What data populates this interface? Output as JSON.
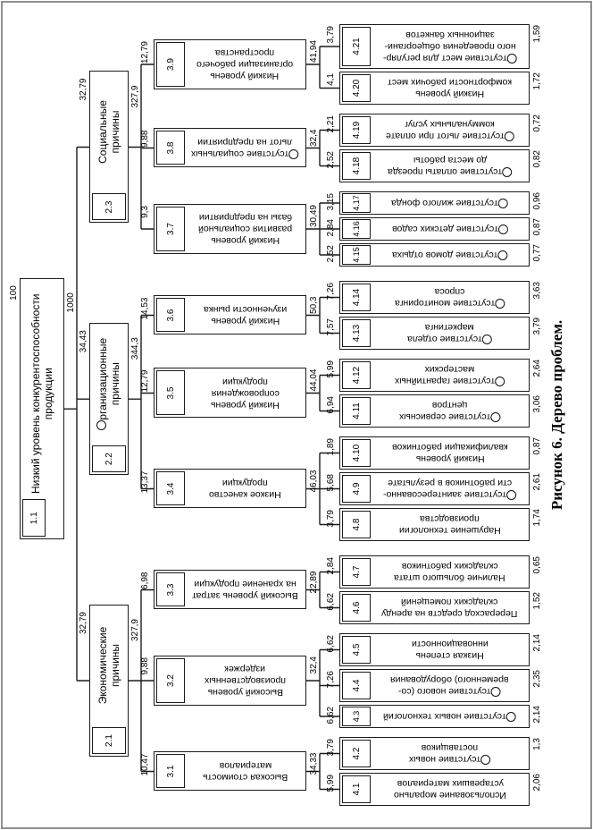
{
  "caption": "Рисунок 6. Дерево проблем.",
  "colors": {
    "line": "#1c1c1c",
    "box_border": "#1c1c1c",
    "page_frame": "#8f8f8f",
    "background": "#ffffff",
    "text": "#000000"
  },
  "tree": {
    "root": {
      "id": "1.1",
      "lines": [
        "Низкий уровень конкурентоспособности",
        "продукции"
      ],
      "weight": "100",
      "value": "1000"
    },
    "level2": [
      {
        "id": "2.1",
        "lines": [
          "Экономические",
          "причины"
        ],
        "weight": "32,79",
        "value": "327,9"
      },
      {
        "id": "2.2",
        "lines": [
          "Организационные",
          "причины"
        ],
        "weight": "34,43",
        "value": "344,3"
      },
      {
        "id": "2.3",
        "lines": [
          "Социальные",
          "причины"
        ],
        "weight": "32,79",
        "value": "327,9"
      }
    ],
    "level3": [
      {
        "id": "3.1",
        "parent": "2.1",
        "lines": [
          "Высокая стоимость",
          "материалов"
        ],
        "weight": "10,47",
        "value": "34,33"
      },
      {
        "id": "3.2",
        "parent": "2.1",
        "lines": [
          "Высокий уровень",
          "производственных",
          "издержек"
        ],
        "weight": "9,88",
        "value": "32,4"
      },
      {
        "id": "3.3",
        "parent": "2.1",
        "lines": [
          "Высокий уровень затрат",
          "на хранение продукции"
        ],
        "weight": "6,98",
        "value": "22,89"
      },
      {
        "id": "3.4",
        "parent": "2.2",
        "lines": [
          "Низкое качество",
          "продукции"
        ],
        "weight": "13,37",
        "value": "46,03"
      },
      {
        "id": "3.5",
        "parent": "2.2",
        "lines": [
          "Низкий уровень",
          "сопровождения",
          "продукции"
        ],
        "weight": "12,79",
        "value": "44,04"
      },
      {
        "id": "3.6",
        "parent": "2.2",
        "lines": [
          "Низкий уровень",
          "изученности рынка"
        ],
        "weight": "14,53",
        "value": "50,3"
      },
      {
        "id": "3.7",
        "parent": "2.3",
        "lines": [
          "Низкий уровень",
          "развития социальной",
          "базы на предприятии"
        ],
        "weight": "9,3",
        "value": "30,49"
      },
      {
        "id": "3.8",
        "parent": "2.3",
        "lines": [
          "Отсутствие социальных",
          "льгот на предприятии"
        ],
        "weight": "9,88",
        "value": "32,4"
      },
      {
        "id": "3.9",
        "parent": "2.3",
        "lines": [
          "Низкий уровень",
          "организации рабочего",
          "пространства"
        ],
        "weight": "12,79",
        "value": "41,94"
      }
    ],
    "level4": [
      {
        "id": "4.1",
        "parent": "3.1",
        "lines": [
          "Использование морально",
          "устаревших материалов"
        ],
        "weight": "5,99",
        "value": "2,06"
      },
      {
        "id": "4.2",
        "parent": "3.1",
        "lines": [
          "Отсутствие новых",
          "поставщиков"
        ],
        "weight": "3,79",
        "value": "1,3"
      },
      {
        "id": "4.3",
        "parent": "3.2",
        "lines": [
          "Отсутствие новых технологий"
        ],
        "weight": "6,62",
        "value": "2,14"
      },
      {
        "id": "4.4",
        "parent": "3.2",
        "lines": [
          "Отсутствие нового (со-",
          "временного) оборудования"
        ],
        "weight": "7,26",
        "value": "2,35"
      },
      {
        "id": "4.5",
        "parent": "3.2",
        "lines": [
          "Низкая степень",
          "инновационности"
        ],
        "weight": "6,62",
        "value": "2,14"
      },
      {
        "id": "4.6",
        "parent": "3.3",
        "lines": [
          "Перерасход средств на аренду",
          "складских помещений"
        ],
        "weight": "6,62",
        "value": "1,52"
      },
      {
        "id": "4.7",
        "parent": "3.3",
        "lines": [
          "Наличие большого штата",
          "складских работников"
        ],
        "weight": "2,84",
        "value": "0,65"
      },
      {
        "id": "4.8",
        "parent": "3.4",
        "lines": [
          "Нарушение технологии",
          "производства"
        ],
        "weight": "3,79",
        "value": "1,74"
      },
      {
        "id": "4.9",
        "parent": "3.4",
        "lines": [
          "Отсутствие заинтересованно-",
          "сти работников в результате"
        ],
        "weight": "5,68",
        "value": "2,61"
      },
      {
        "id": "4.10",
        "parent": "3.4",
        "lines": [
          "Низкий уровень",
          "квалификации работников"
        ],
        "weight": "1,89",
        "value": "0,87"
      },
      {
        "id": "4.11",
        "parent": "3.5",
        "lines": [
          "Отсутствие сервисных",
          "центров"
        ],
        "weight": "6,94",
        "value": "3,06"
      },
      {
        "id": "4.12",
        "parent": "3.5",
        "lines": [
          "Отсутствие гарантийных",
          "мастерских"
        ],
        "weight": "5,99",
        "value": "2,64"
      },
      {
        "id": "4.13",
        "parent": "3.6",
        "lines": [
          "Отсутствие отдела",
          "маркетинга"
        ],
        "weight": "7,57",
        "value": "3,79"
      },
      {
        "id": "4.14",
        "parent": "3.6",
        "lines": [
          "Отсутствие мониторинга",
          "спроса"
        ],
        "weight": "7,26",
        "value": "3,63"
      },
      {
        "id": "4.15",
        "parent": "3.7",
        "lines": [
          "Отсутствие домов отдыха"
        ],
        "weight": "2,52",
        "value": "0,77"
      },
      {
        "id": "4.16",
        "parent": "3.7",
        "lines": [
          "Отсутствие детских садов"
        ],
        "weight": "2,84",
        "value": "0,87"
      },
      {
        "id": "4.17",
        "parent": "3.7",
        "lines": [
          "Отсутствие жилого фонда"
        ],
        "weight": "3,15",
        "value": "0,96"
      },
      {
        "id": "4.18",
        "parent": "3.8",
        "lines": [
          "Отсутствие оплаты проезда",
          "до места работы"
        ],
        "weight": "2,52",
        "value": "0,82"
      },
      {
        "id": "4.19",
        "parent": "3.8",
        "lines": [
          "Отсутствие льгот при оплате",
          "коммунальных услуг"
        ],
        "weight": "2,21",
        "value": "0,72"
      },
      {
        "id": "4.20",
        "parent": "3.9",
        "lines": [
          "Низкий уровень",
          "комфортности рабочих мест"
        ],
        "weight": "4,1",
        "value": "1,72"
      },
      {
        "id": "4.21",
        "parent": "3.9",
        "lines": [
          "Отсутствие мест для регуляр-",
          "ного проведения общеоргани-",
          "зационных банкетов"
        ],
        "weight": "3,79",
        "value": "1,59"
      }
    ]
  }
}
